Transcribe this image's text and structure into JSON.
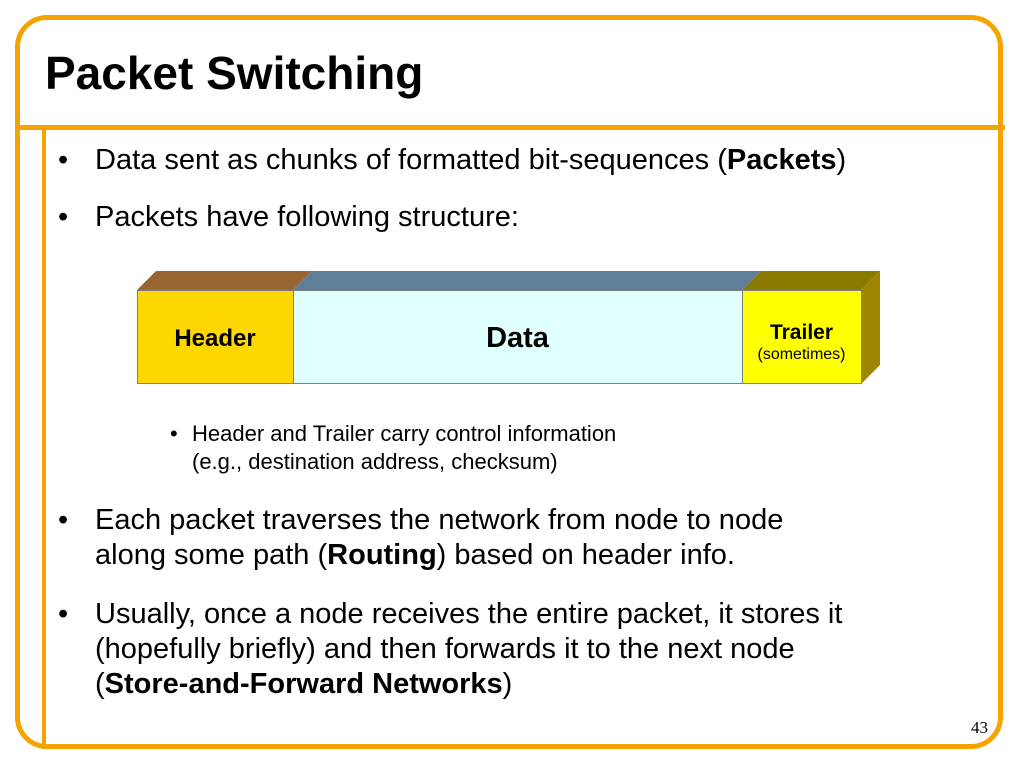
{
  "title": "Packet Switching",
  "bullets": {
    "b1": {
      "text_before": "Data sent as chunks of formatted bit-sequences (",
      "bold": "Packets",
      "text_after": ")"
    },
    "b2": {
      "text": "Packets have following structure:"
    },
    "b3": {
      "line1": "Each packet traverses the network from node to node",
      "line2_before": "along some path (",
      "bold": "Routing",
      "line2_after": ") based on header info."
    },
    "b4": {
      "line1": "Usually, once a node receives the entire packet, it stores it",
      "line2": "(hopefully briefly) and then forwards it to the next node",
      "line3_before": "(",
      "bold": "Store-and-Forward Networks",
      "line3_after": ")"
    }
  },
  "sub_bullet": {
    "line1": "Header and Trailer carry control information",
    "line2": "(e.g., destination address, checksum)"
  },
  "diagram": {
    "header_label": "Header",
    "data_label": "Data",
    "trailer_label": "Trailer",
    "trailer_note": "(sometimes)",
    "colors": {
      "header_face": "#ffd700",
      "header_top": "#996633",
      "data_face": "#e0ffff",
      "data_top": "#5f7f99",
      "trailer_face": "#ffff00",
      "trailer_top": "#8c7a00",
      "trailer_side": "#9c8500"
    }
  },
  "bullet_char": "•",
  "page_number": "43",
  "frame_color": "#f4a300"
}
